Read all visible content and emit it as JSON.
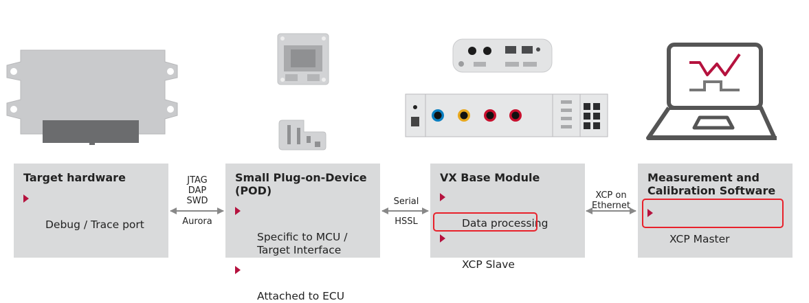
{
  "colors": {
    "box_bg": "#d9dadb",
    "bullet": "#b5123e",
    "highlight": "#e8202a",
    "arrow": "#888888"
  },
  "boxes": [
    {
      "title": "Target hardware",
      "items": [
        "Debug / Trace port"
      ]
    },
    {
      "title": "Small Plug-on-Device\n(POD)",
      "items": [
        "Specific to MCU /\nTarget Interface",
        "Attached to ECU"
      ]
    },
    {
      "title": "VX Base Module",
      "items": [
        "Data processing",
        "XCP Slave"
      ]
    },
    {
      "title": "Measurement and\nCalibration Software",
      "items": [
        "XCP Master"
      ]
    }
  ],
  "connectors": [
    {
      "top_labels": [
        "JTAG",
        "DAP",
        "SWD"
      ],
      "bottom_label": "Aurora"
    },
    {
      "top_labels": [
        "Serial"
      ],
      "bottom_label": "HSSL"
    },
    {
      "top_labels": [
        "XCP on",
        "Ethernet"
      ],
      "bottom_label": ""
    }
  ],
  "icons": [
    "ecu-housing-icon",
    "pod-board-icon",
    "pod-connector-icon",
    "vx-module-small-icon",
    "vx-rack-module-icon",
    "laptop-signal-icon"
  ]
}
